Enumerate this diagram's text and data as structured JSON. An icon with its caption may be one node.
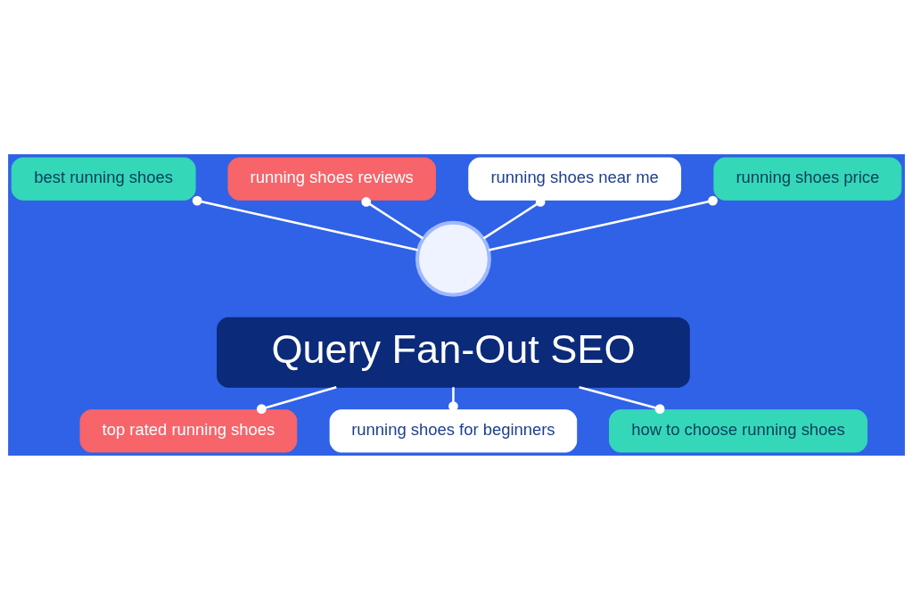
{
  "diagram": {
    "nodes": [
      {
        "text": [
          "best running shoes"
        ]
      },
      {
        "text": [
          "running shoes reviews"
        ]
      },
      {
        "text": [
          "running shoes near me"
        ]
      },
      {
        "text": [],
        "shape": "circle"
      },
      {
        "text": [
          "running shoes price"
        ]
      },
      {
        "text": [
          "Query Fan-Out SEO"
        ]
      },
      {
        "text": [
          "top rated running shoes"
        ]
      },
      {
        "text": [
          "running shoes for beginners"
        ]
      },
      {
        "text": [
          "how to choose running shoes"
        ]
      }
    ],
    "edges": [
      {
        "from": 0,
        "to": 3,
        "arrow": "other"
      },
      {
        "from": 1,
        "to": 3,
        "arrow": "other"
      },
      {
        "from": 2,
        "to": 3,
        "arrow": "other"
      },
      {
        "from": 4,
        "to": 3,
        "arrow": "other"
      },
      {
        "from": 5,
        "to": 6,
        "arrow": "other"
      },
      {
        "from": 5,
        "to": 8,
        "arrow": "other"
      },
      {
        "from": 5,
        "to": 7,
        "arrow": "other"
      }
    ]
  }
}
